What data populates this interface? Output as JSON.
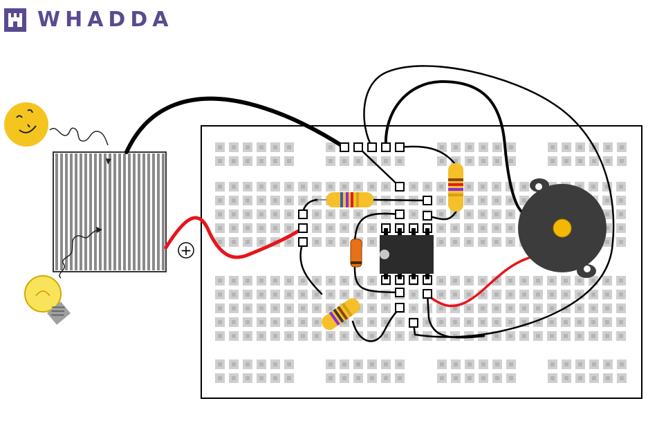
{
  "brand": {
    "name": "WHADDA",
    "color": "#5a4a8f",
    "icon": "whadda-castle-logo"
  },
  "symbols": {
    "plus": "+"
  },
  "colors": {
    "board_outline": "#000000",
    "hole": "#cfcfcf",
    "hole_inner": "#b5b5b5",
    "wire_black": "#000000",
    "wire_red": "#e8141c",
    "chip": "#2b2b2b",
    "buzzer": "#3c3c3c",
    "buzzer_center": "#f5b800",
    "resistor_body": "#f5c02a",
    "capacitor": "#e8701a",
    "sun": "#f5c51f",
    "solar_panel": "#8a8a8a"
  },
  "components": [
    "sun-icon",
    "light-bulb-icon",
    "solar-panel",
    "breadboard",
    "ic-chip-8-pin",
    "resistor",
    "capacitor",
    "piezo-buzzer"
  ]
}
